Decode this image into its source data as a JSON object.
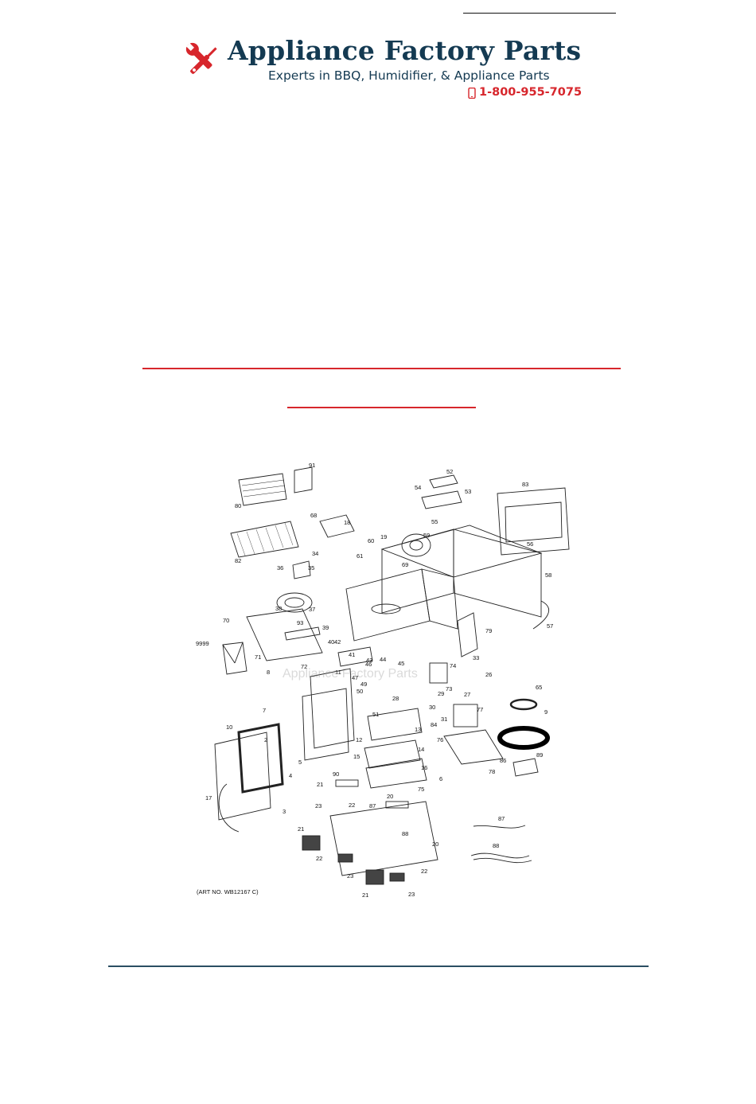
{
  "logo": {
    "title": "Appliance Factory Parts",
    "tagline": "Experts in BBQ, Humidifier, & Appliance Parts",
    "phone": "1-800-955-7075",
    "icon": "wrench-screwdriver-icon",
    "colors": {
      "brand_navy": "#143a52",
      "brand_red": "#d7262c"
    }
  },
  "diagram": {
    "art_no": "(ART NO. WB12167 C)",
    "watermark": "Appliance Factory Parts",
    "callouts": [
      "91",
      "80",
      "82",
      "68",
      "18",
      "19",
      "60",
      "61",
      "34",
      "36",
      "35",
      "38",
      "37",
      "52",
      "54",
      "53",
      "83",
      "55",
      "59",
      "56",
      "69",
      "58",
      "70",
      "93",
      "9999",
      "71",
      "39",
      "40",
      "41",
      "42",
      "43",
      "44",
      "45",
      "46",
      "47",
      "79",
      "57",
      "33",
      "74",
      "72",
      "8",
      "11",
      "49",
      "50",
      "51",
      "73",
      "26",
      "27",
      "28",
      "29",
      "30",
      "31",
      "84",
      "65",
      "9",
      "7",
      "2",
      "10",
      "12",
      "13",
      "14",
      "15",
      "16",
      "75",
      "77",
      "76",
      "86",
      "89",
      "78",
      "6",
      "5",
      "4",
      "3",
      "17",
      "90",
      "21",
      "22",
      "23",
      "20",
      "87",
      "88"
    ]
  }
}
